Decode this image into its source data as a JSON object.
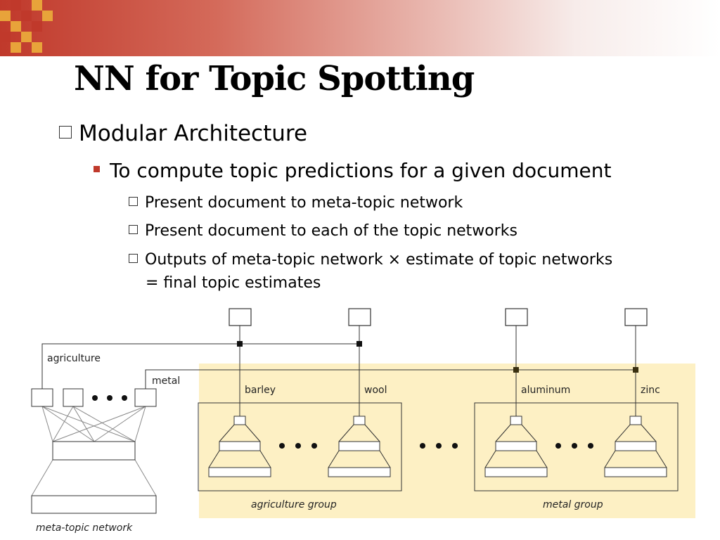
{
  "slide": {
    "title": "NN for Topic Spotting",
    "bullet_l1": "Modular Architecture",
    "bullet_l2": "To compute topic predictions for a given document",
    "bullets_l3": [
      "Present document to meta-topic network",
      "Present document to each of the topic networks",
      "Outputs of meta-topic network × estimate of topic networks"
    ],
    "bullet_l3_continuation": "= final topic estimates"
  },
  "diagram": {
    "meta_outputs": [
      "agriculture",
      "metal"
    ],
    "topics": [
      "barley",
      "wool",
      "aluminum",
      "zinc"
    ],
    "groups": [
      "agriculture group",
      "metal group"
    ],
    "meta_network_label": "meta-topic network",
    "colors": {
      "group_panel": "#fdf0c4",
      "accent": "#c0392b",
      "checker_orange": "#e8a33a",
      "checker_red": "#c0392b"
    }
  }
}
